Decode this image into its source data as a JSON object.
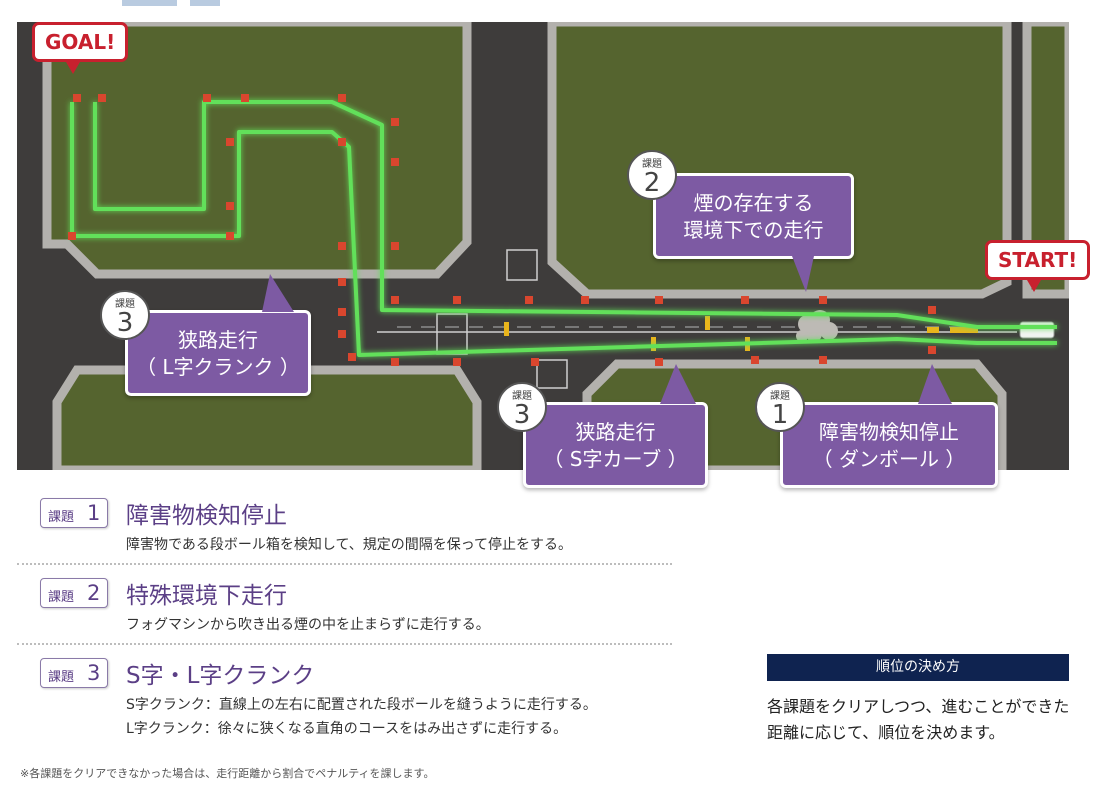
{
  "map": {
    "goal_label": "GOAL!",
    "start_label": "START!",
    "colors": {
      "asphalt": "#3e3c3b",
      "curb": "#b3b1ad",
      "grass": "#55642f",
      "route": "#62e05a",
      "cone": "#d9462e",
      "callout": "#7d5aa3",
      "flag_red": "#c8202e",
      "marker_yellow": "#e9b51c"
    },
    "callouts": [
      {
        "badge_label": "課題",
        "badge_number": "2",
        "lines": [
          "煙の存在する",
          "環境下での走行"
        ]
      },
      {
        "badge_label": "課題",
        "badge_number": "3",
        "lines": [
          "狭路走行",
          "（ L字クランク ）"
        ]
      },
      {
        "badge_label": "課題",
        "badge_number": "3",
        "lines": [
          "狭路走行",
          "（ S字カーブ ）"
        ]
      },
      {
        "badge_label": "課題",
        "badge_number": "1",
        "lines": [
          "障害物検知停止",
          "（ ダンボール ）"
        ]
      }
    ]
  },
  "tasks": [
    {
      "tag": "課題",
      "number": "1",
      "title": "障害物検知停止",
      "desc": [
        "障害物である段ボール箱を検知して、規定の間隔を保って停止をする。"
      ]
    },
    {
      "tag": "課題",
      "number": "2",
      "title": "特殊環境下走行",
      "desc": [
        "フォグマシンから吹き出る煙の中を止まらずに走行する。"
      ]
    },
    {
      "tag": "課題",
      "number": "3",
      "title": "S字・L字クランク",
      "desc": [
        "S字クランク：直線上の左右に配置された段ボールを縫うように走行する。",
        "L字クランク：徐々に狭くなる直角のコースをはみ出さずに走行する。"
      ]
    }
  ],
  "ranking": {
    "header": "順位の決め方",
    "lines": [
      "各課題をクリアしつつ、進むことができた",
      "距離に応じて、順位を決めます。"
    ]
  },
  "footnote": "※各課題をクリアできなかった場合は、走行距離から割合でペナルティを課します。"
}
